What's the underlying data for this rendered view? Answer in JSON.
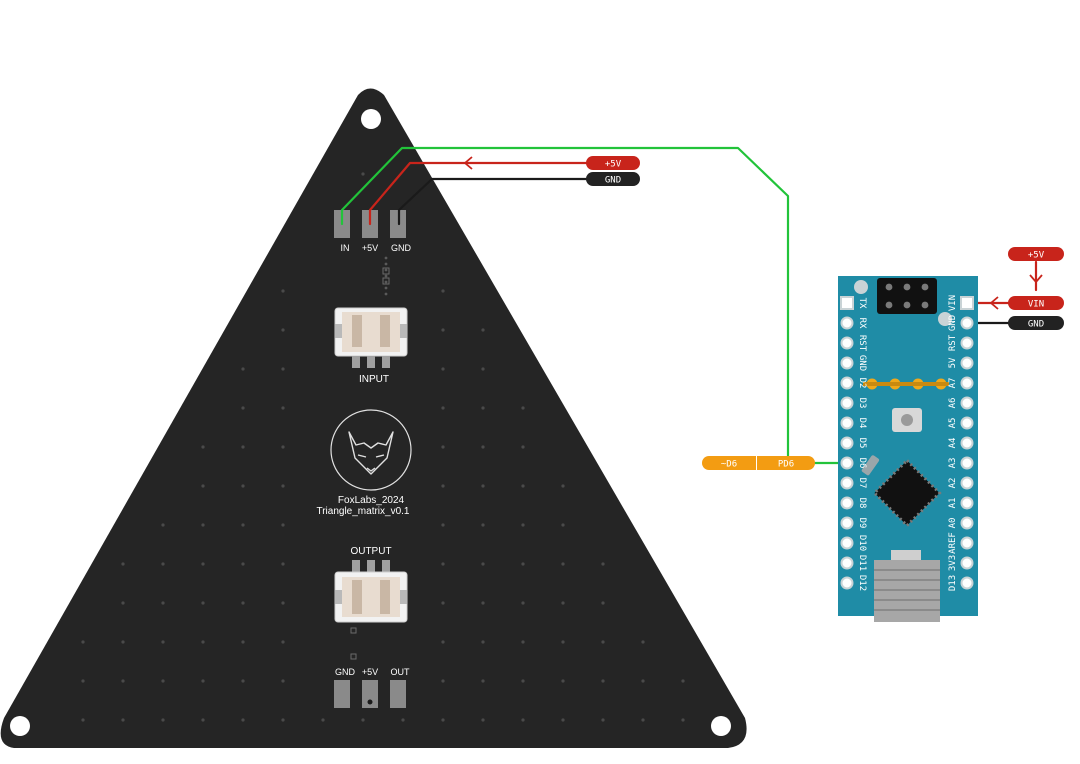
{
  "colors": {
    "board": "#252525",
    "via": "#4a4a4a",
    "pad": "#8a8a8a",
    "wire_data": "#22c33a",
    "wire_power": "#c8241b",
    "wire_ground": "#1a1a1a",
    "nano_board": "#1f8ca6",
    "label_power_bg": "#c8241b",
    "label_ground_bg": "#222222",
    "label_pin_bg": "#f39c12",
    "label_text": "#ffffff"
  },
  "matrix_board": {
    "top_pads": {
      "in": "IN",
      "vcc": "+5V",
      "gnd": "GND"
    },
    "input_connector": "INPUT",
    "logo_icon": "fox-icon",
    "brand": "FoxLabs_2024",
    "model": "Triangle_matrix_v0.1",
    "output_connector": "OUTPUT",
    "bottom_pads": {
      "gnd": "GND",
      "vcc": "+5V",
      "out": "OUT"
    }
  },
  "net_labels": {
    "top_power": "+5V",
    "top_ground": "GND",
    "nano_vin_supply": "+5V",
    "nano_vin": "VIN",
    "nano_gnd": "GND",
    "pin_alt": "~D6",
    "pin": "PD6"
  },
  "nano": {
    "left_pins": [
      "TX",
      "RX",
      "RST",
      "GND",
      "D2",
      "D3",
      "D4",
      "D5",
      "D6",
      "D7",
      "D8",
      "D9",
      "D10",
      "D11",
      "D12"
    ],
    "right_pins": [
      "VIN",
      "GND",
      "RST",
      "5V",
      "A7",
      "A6",
      "A5",
      "A4",
      "A3",
      "A2",
      "A1",
      "A0",
      "AREF",
      "3V3",
      "D13"
    ]
  }
}
